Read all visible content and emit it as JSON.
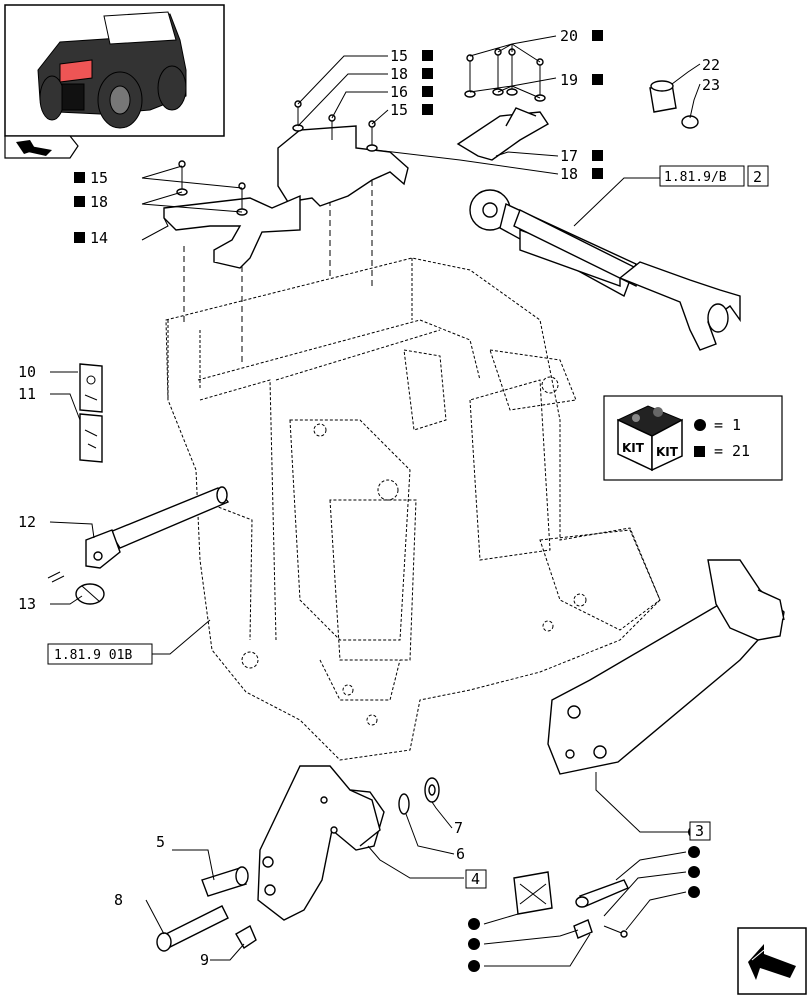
{
  "callouts": {
    "c1": "1",
    "c2": "2",
    "c3": "3",
    "c4": "4",
    "c5": "5",
    "c6": "6",
    "c7": "7",
    "c8": "8",
    "c9": "9",
    "c10": "10",
    "c11": "11",
    "c12": "12",
    "c13": "13",
    "c14": "14",
    "c15a": "15",
    "c15b": "15",
    "c15c": "15",
    "c16": "16",
    "c17": "17",
    "c18a": "18",
    "c18b": "18",
    "c18c": "18",
    "c19": "19",
    "c20": "20",
    "c21": "21",
    "c22": "22",
    "c23": "23"
  },
  "references": {
    "ref_top_link": "1.81.9/B",
    "ref_frame": "1.81.9 01B"
  },
  "kit_legend": {
    "kit_word": "KIT",
    "circle_equals": "=",
    "square_equals": "="
  },
  "icons": [
    "tractor-thumbnail",
    "nav-arrow-icon",
    "kit-box-icon",
    "circle-marker",
    "square-marker",
    "next-page-arrow-icon"
  ],
  "colors": {
    "line": "#000000",
    "background": "#ffffff"
  }
}
